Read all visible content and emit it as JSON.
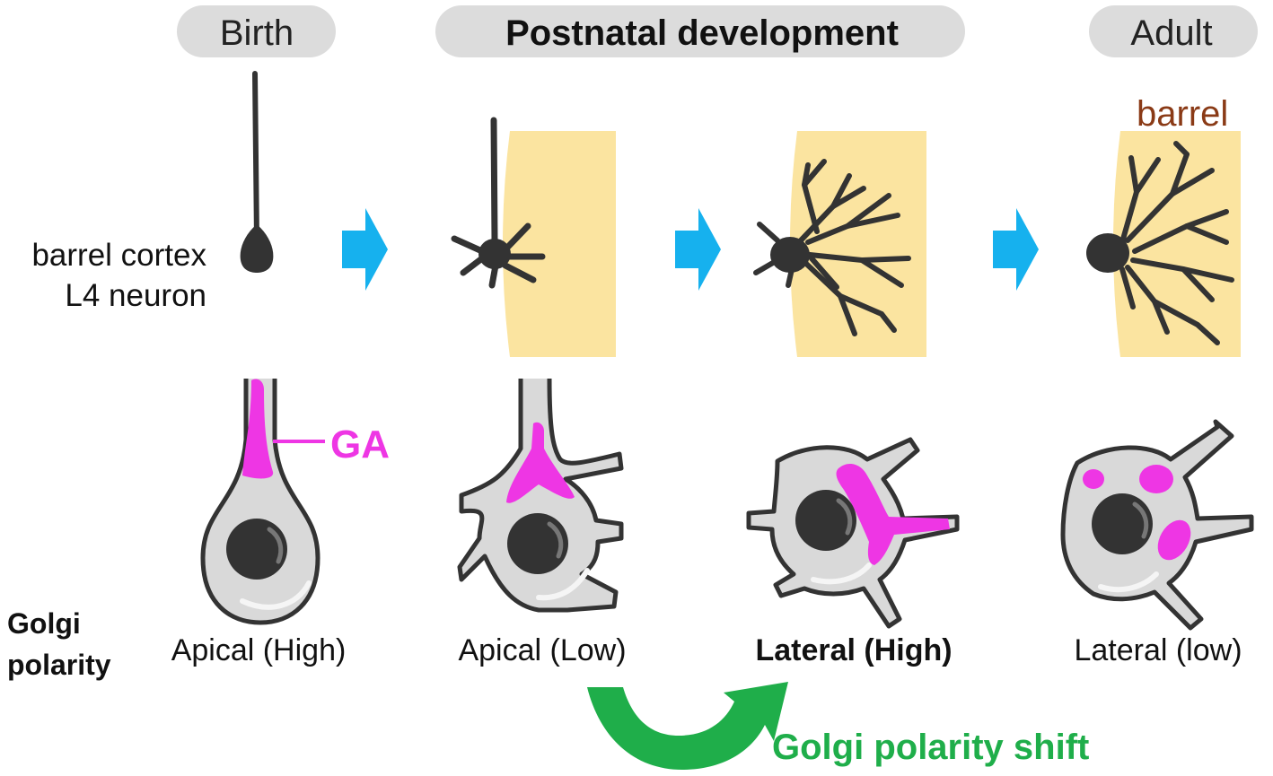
{
  "stages": {
    "birth": "Birth",
    "postnatal": "Postnatal development",
    "adult": "Adult"
  },
  "side_label": {
    "line1": "barrel cortex",
    "line2": "L4 neuron"
  },
  "barrel_label": "barrel",
  "ga_label": "GA",
  "golgi": {
    "line1": "Golgi",
    "line2": "polarity"
  },
  "polarity_labels": [
    "Apical (High)",
    "Apical (Low)",
    "Lateral (High)",
    "Lateral (low)"
  ],
  "shift_label": "Golgi polarity shift",
  "colors": {
    "pill": "#dcdcdc",
    "barrel": "#fbe4a0",
    "neuron": "#333333",
    "soma": "#d9d9d9",
    "golgi": "#ee36e4",
    "arrow_blue": "#16b1ee",
    "arrow_green": "#1fae4a",
    "barrel_text": "#8a3a16"
  }
}
